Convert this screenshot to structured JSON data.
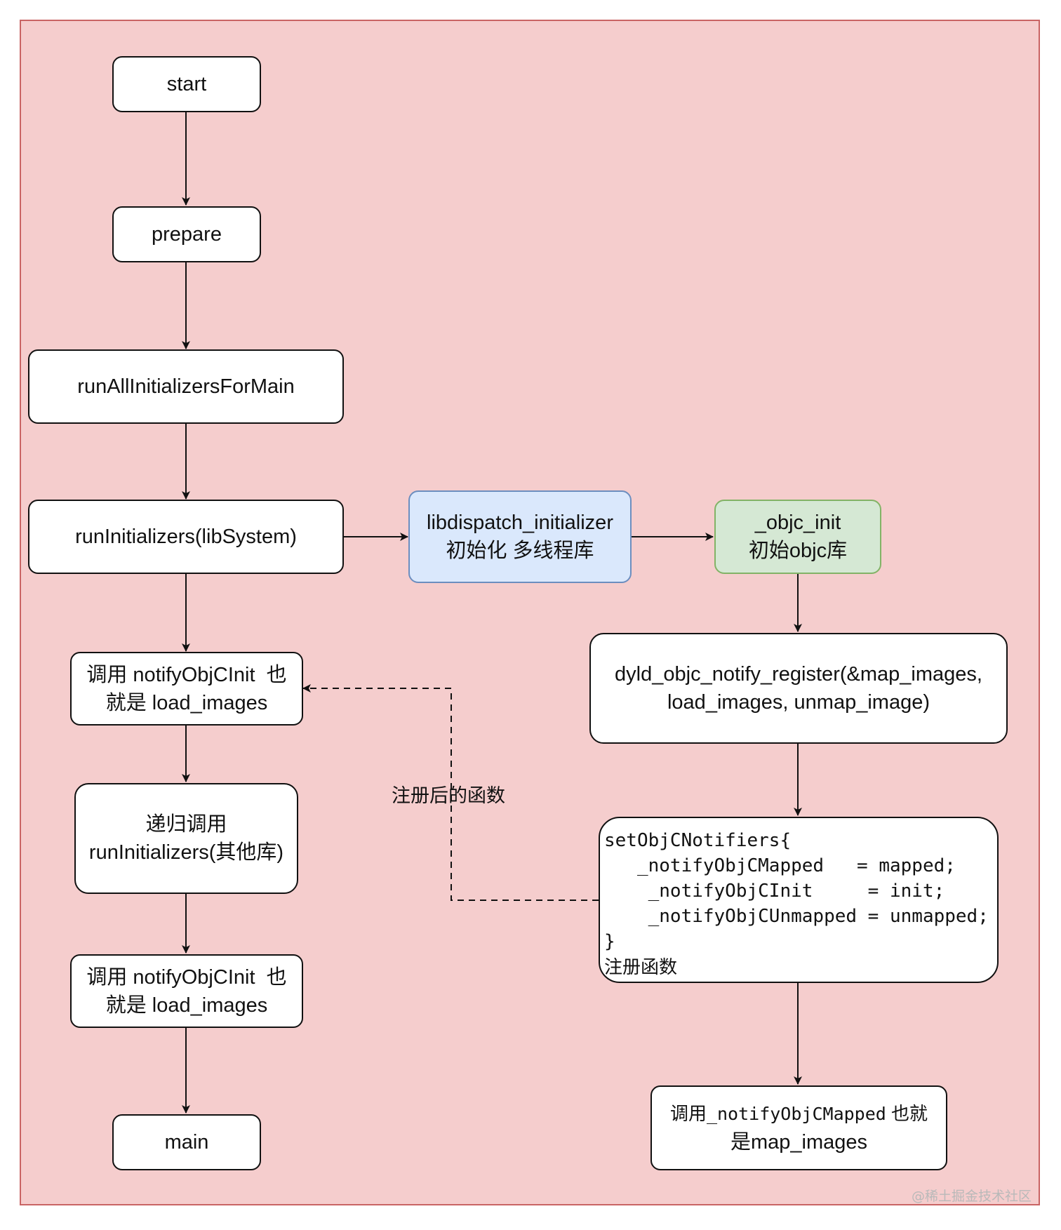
{
  "nodes": {
    "start": "start",
    "prepare": "prepare",
    "run_all": "runAllInitializersForMain",
    "run_init": "runInitializers(libSystem)",
    "libdispatch": "libdispatch_initializer\n初始化 多线程库",
    "objc_init": "_objc_init\n初始objc库",
    "notify1": "调用 notifyObjCInit  也\n就是 load_images",
    "dyld_register": "dyld_objc_notify_register(&map_images,\nload_images, unmap_image)",
    "recursive": "递归调用\nrunInitializers(其他库)",
    "set_notifiers_code": "setObjCNotifiers{\n   _notifyObjCMapped   = mapped;\n    _notifyObjCInit     = init;\n    _notifyObjCUnmapped = unmapped;\n}",
    "set_notifiers_caption": "注册函数",
    "notify2": "调用 notifyObjCInit  也\n就是 load_images",
    "mapped_call_prefix": "调用",
    "mapped_call_code": "_notifyObjCMapped",
    "mapped_call_suffix": " 也就",
    "mapped_call_line2": "是map_images",
    "main": "main"
  },
  "edge_label": "注册后的函数",
  "watermark": "@稀土掘金技术社区",
  "colors": {
    "background": "#f5cdcd",
    "frame_border": "#c96464",
    "libdispatch_fill": "#dae8fc",
    "libdispatch_border": "#6c8ebf",
    "objc_init_fill": "#d5e8d4",
    "objc_init_border": "#82b366"
  }
}
